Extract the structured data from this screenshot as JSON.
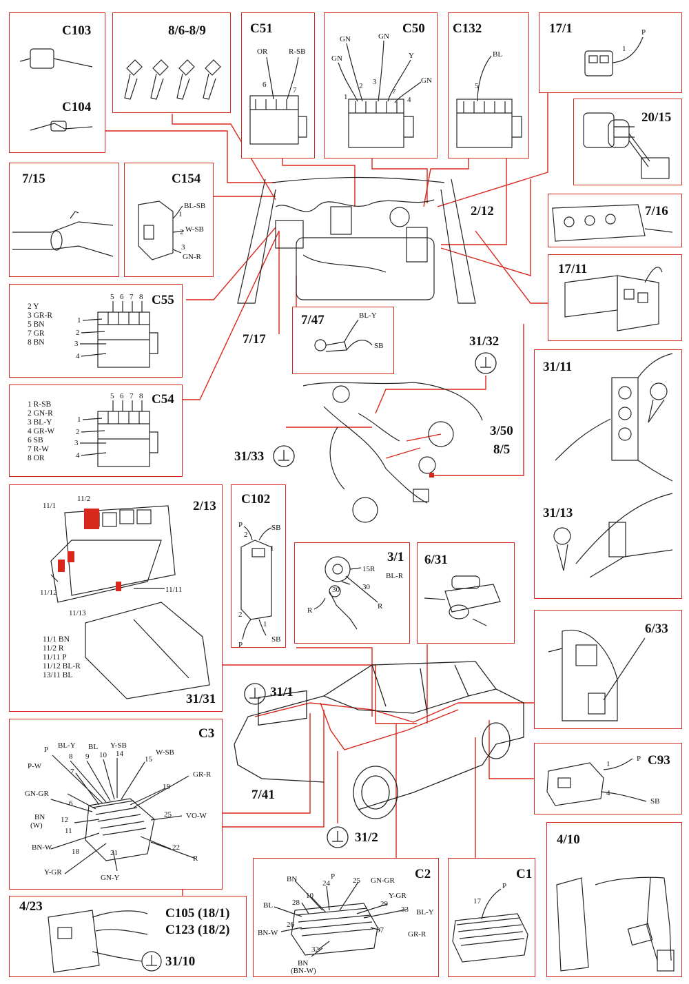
{
  "boxes": {
    "c103": {
      "title": "C103",
      "title2": "C104"
    },
    "inj": {
      "title": "8/6-8/9"
    },
    "c51": {
      "title": "C51",
      "w1": "OR",
      "w2": "R-SB",
      "p1": "6",
      "p2": "7"
    },
    "c50": {
      "title": "C50",
      "w": [
        "GN",
        "GN",
        "GN",
        "Y",
        "GN"
      ],
      "p": [
        "1",
        "2",
        "3",
        "7",
        "4"
      ]
    },
    "c132": {
      "title": "C132",
      "w": "BL",
      "p": "5"
    },
    "b171": {
      "title": "17/1",
      "w": "P",
      "p": "1"
    },
    "b2015": {
      "title": "20/15"
    },
    "b715": {
      "title": "7/15"
    },
    "c154": {
      "title": "C154",
      "w": [
        "BL-SB",
        "W-SB",
        "GN-R"
      ],
      "p": [
        "1",
        "2",
        "3"
      ]
    },
    "b716": {
      "title": "7/16"
    },
    "b1711": {
      "title": "17/11"
    },
    "c55": {
      "title": "C55",
      "top": [
        "5",
        "6",
        "7",
        "8"
      ],
      "side": [
        "1",
        "2",
        "3",
        "4"
      ],
      "list": [
        "2 Y",
        "3 GR-R",
        "5 BN",
        "7 GR",
        "8 BN"
      ]
    },
    "c54": {
      "title": "C54",
      "top": [
        "5",
        "6",
        "7",
        "8"
      ],
      "side": [
        "1",
        "2",
        "3",
        "4"
      ],
      "list": [
        "1 R-SB",
        "2 GN-R",
        "3 BL-Y",
        "4 GR-W",
        "6 SB",
        "7 R-W",
        "8 OR"
      ]
    },
    "b747": {
      "title": "7/47",
      "w1": "BL-Y",
      "w2": "SB"
    },
    "b3111": {
      "title": "31/11",
      "title2": "31/13"
    },
    "b213": {
      "title": "2/13",
      "labels": [
        "11/1",
        "11/2",
        "11/12",
        "11/13",
        "11/11",
        "31/31"
      ],
      "list": [
        "11/1 BN",
        "11/2 R",
        "11/11 P",
        "11/12 BL-R",
        "13/11 BL"
      ]
    },
    "c102": {
      "title": "C102",
      "w": [
        "P",
        "SB",
        "P",
        "SB"
      ],
      "p": [
        "2",
        "1",
        "2",
        "1"
      ]
    },
    "b31": {
      "title": "3/1",
      "labels": [
        "15R",
        "BL-R",
        "30",
        "30",
        "R",
        "R"
      ]
    },
    "b631": {
      "title": "6/31"
    },
    "b633": {
      "title": "6/33"
    },
    "c3": {
      "title": "C3",
      "labels": [
        "BL-Y",
        "BL",
        "Y-SB",
        "P",
        "W-SB",
        "P-W",
        "GR-R",
        "GN-GR",
        "BN",
        "(W)",
        "VO-W",
        "BN-W",
        "Y-GR",
        "GN-Y",
        "R"
      ],
      "pins": [
        "8",
        "9",
        "10",
        "14",
        "15",
        "7",
        "19",
        "6",
        "12",
        "11",
        "25",
        "18",
        "21",
        "22"
      ]
    },
    "c93": {
      "title": "C93",
      "w": [
        "P",
        "SB"
      ],
      "p": [
        "1",
        "4"
      ]
    },
    "b410": {
      "title": "4/10"
    },
    "b423": {
      "title": "4/23",
      "c105": "C105 (18/1)",
      "c123": "C123 (18/2)",
      "g": "31/10"
    },
    "c2": {
      "title": "C2",
      "labels": [
        "BN",
        "P",
        "GN-GR",
        "Y-GR",
        "BL",
        "BL-Y",
        "BN-W",
        "GR-R",
        "BN",
        "(BN-W)"
      ],
      "pins": [
        "24",
        "25",
        "10",
        "28",
        "29",
        "33",
        "26",
        "37",
        "32"
      ]
    },
    "c1": {
      "title": "C1",
      "w": "P",
      "p": "17"
    }
  },
  "free": {
    "b212": "2/12",
    "b717": "7/17",
    "b3132": "31/32",
    "b3133": "31/33",
    "b350": "3/50",
    "b85": "8/5",
    "b311": "31/1",
    "b741": "7/41",
    "b312": "31/2"
  }
}
